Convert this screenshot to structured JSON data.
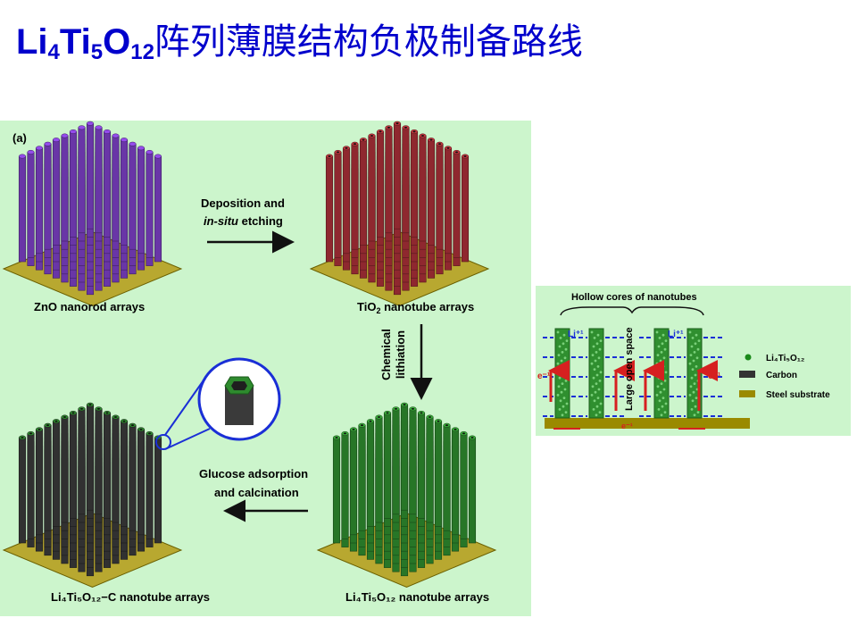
{
  "title": {
    "formula_parts": [
      "Li",
      "4",
      "Ti",
      "5",
      "O",
      "12"
    ],
    "chinese": "阵列薄膜结构负极制备路线"
  },
  "main_figure": {
    "panel_label": "(a)",
    "step1_line1": "Deposition and",
    "step1_line2_italic": "in-situ",
    "step1_line2_rest": " etching",
    "step2_line1": "Chemical",
    "step2_line2": "lithiation",
    "step3_line1": "Glucose adsorption",
    "step3_line2": "and calcination",
    "label_zno": "ZnO nanorod arrays",
    "label_tio2_a": "TiO",
    "label_tio2_sub": "2",
    "label_tio2_b": " nanotube arrays",
    "label_lto_c": "Li₄Ti₅O₁₂−C nanotube arrays",
    "label_lto": "Li₄Ti₅O₁₂ nanotube arrays"
  },
  "side_figure": {
    "heading": "Hollow cores of nanotubes",
    "li_ion": "Li⁺¹",
    "electron": "e⁻¹",
    "electron_bottom": "e⁻¹",
    "open_space": "Large open space",
    "legend": [
      {
        "label": "Li₄Ti₅O₁₂",
        "color": "#1a8a1a"
      },
      {
        "label": "Carbon",
        "color": "#333333"
      },
      {
        "label": "Steel substrate",
        "color": "#9a8a00"
      }
    ]
  },
  "colors": {
    "title": "#0000cc",
    "panel_bg": "#ccf5cc",
    "zno": "#7b3fc4",
    "tio2": "#a82f37",
    "lto": "#2e8b2e",
    "carbon": "#3a3a3a",
    "substrate": "#9a8a00"
  }
}
